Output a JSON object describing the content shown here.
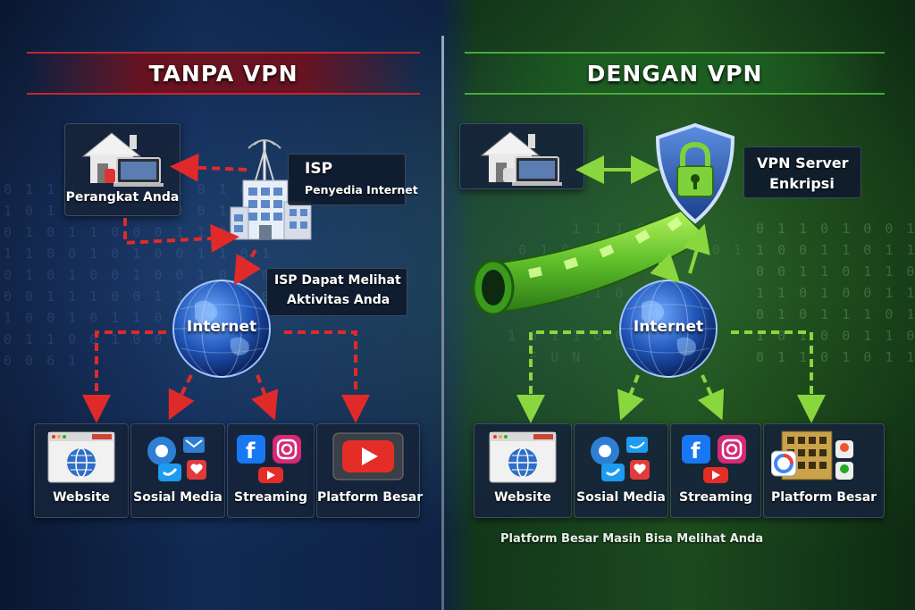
{
  "left_panel": {
    "title": "TANPA VPN",
    "device_label": "Perangkat Anda",
    "isp_title": "ISP",
    "isp_subtitle": "Penyedia Internet",
    "isp_note_line1": "ISP Dapat Melihat",
    "isp_note_line2": "Aktivitas Anda",
    "globe_label": "Internet",
    "services": [
      "Website",
      "Sosial Media",
      "Streaming",
      "Platform Besar"
    ],
    "accent_color": "#d8262c"
  },
  "right_panel": {
    "title": "DENGAN VPN",
    "vpn_line1": "VPN Server",
    "vpn_line2": "Enkripsi",
    "globe_label": "Internet",
    "services": [
      "Website",
      "Sosial Media",
      "Streaming",
      "Platform Besar"
    ],
    "footer_note": "Platform Besar Masih Bisa Melihat Anda",
    "accent_color": "#7ccf3a"
  }
}
